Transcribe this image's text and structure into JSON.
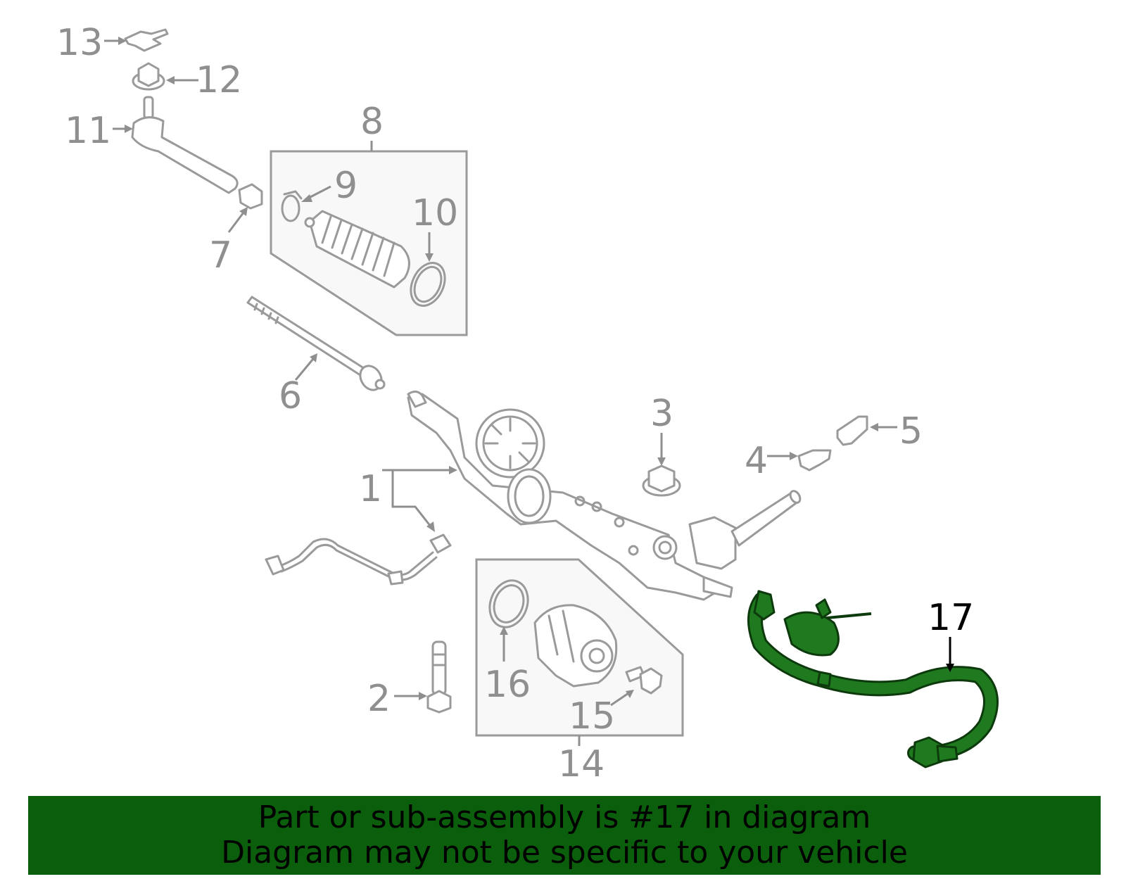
{
  "callouts": {
    "c1": "1",
    "c2": "2",
    "c3": "3",
    "c4": "4",
    "c5": "5",
    "c6": "6",
    "c7": "7",
    "c8": "8",
    "c9": "9",
    "c10": "10",
    "c11": "11",
    "c12": "12",
    "c13": "13",
    "c14": "14",
    "c15": "15",
    "c16": "16",
    "c17": "17"
  },
  "banner": {
    "line1": "Part or sub-assembly is #17 in diagram",
    "line2": "Diagram may not be specific to your vehicle"
  },
  "colors": {
    "banner_bg": "#0b5e0b",
    "highlight_part": "#1f7a1f",
    "line_art": "#9a9a9a"
  }
}
